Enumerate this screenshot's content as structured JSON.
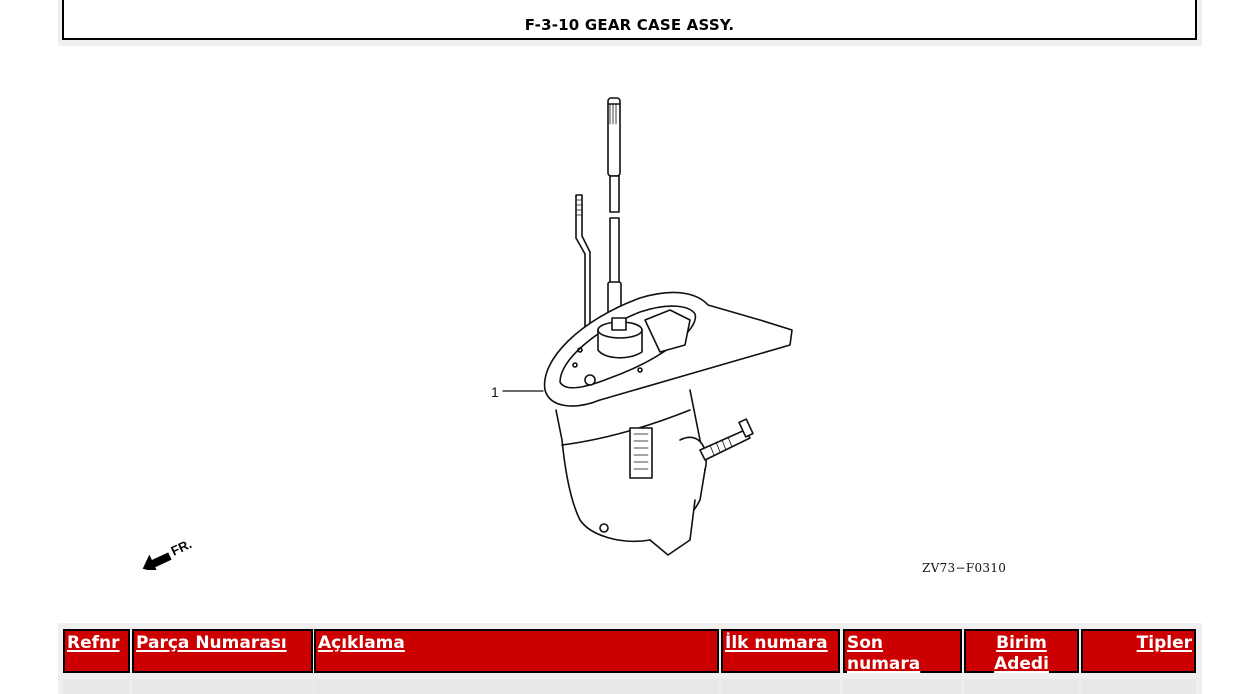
{
  "header": {
    "title": "F-3-10 GEAR CASE ASSY."
  },
  "diagram": {
    "callouts": [
      {
        "ref": "1",
        "label": "1"
      }
    ],
    "direction_label": "FR.",
    "figure_code": "ZV73−F0310"
  },
  "table": {
    "columns": [
      {
        "label": "Refnr"
      },
      {
        "label": "Parça Numarası"
      },
      {
        "label": "Açıklama"
      },
      {
        "label": "İlk numara"
      },
      {
        "label": "Son numara"
      },
      {
        "label": "Birim Adedi"
      },
      {
        "label": "Tipler"
      }
    ],
    "rows": []
  },
  "colors": {
    "header_bg": "#cc0000",
    "header_text": "#ffffff",
    "border": "#000000",
    "frame": "#efefef"
  }
}
